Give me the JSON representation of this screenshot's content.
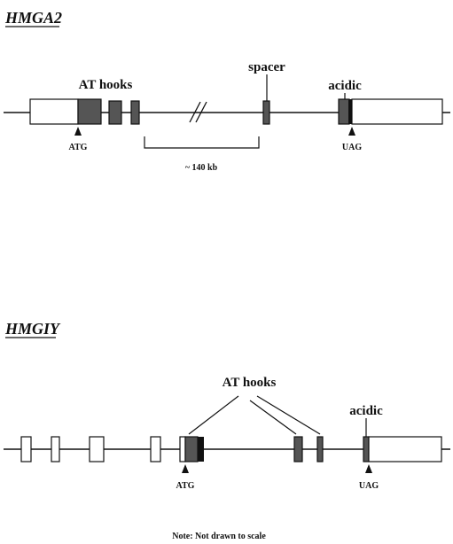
{
  "hmga2": {
    "gene_name": "HMGA2",
    "at_hooks_label": "AT hooks",
    "spacer_label": "spacer",
    "acidic_label": "acidic",
    "start_codon": "ATG",
    "stop_codon": "UAG",
    "distance_label": "~ 140 kb"
  },
  "hmgiy": {
    "gene_name": "HMGIY",
    "at_hooks_label": "AT hooks",
    "acidic_label": "acidic",
    "start_codon": "ATG",
    "stop_codon": "UAG"
  },
  "note": "Note: Not drawn to scale",
  "colors": {
    "coding_exon": "#555555",
    "dark_band": "#111111",
    "utr_exon": "#ffffff",
    "line": "#111111"
  }
}
